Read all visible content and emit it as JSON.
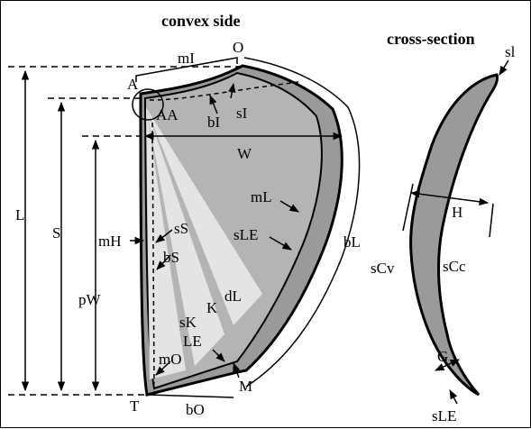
{
  "titles": {
    "left": "convex side",
    "right": "cross-section"
  },
  "labels": {
    "O": "O",
    "mI": "mI",
    "A": "A",
    "AA": "AA",
    "bI": "bI",
    "sI": "sI",
    "W": "W",
    "L": "L",
    "S": "S",
    "pW": "pW",
    "mL": "mL",
    "sLE": "sLE",
    "bL": "bL",
    "mH": "mH",
    "sS": "sS",
    "bS": "bS",
    "dL": "dL",
    "K": "K",
    "sK": "sK",
    "LE": "LE",
    "mO": "mO",
    "M": "M",
    "T": "T",
    "bO": "bO",
    "cs_sI": "sl",
    "cs_H": "H",
    "cs_sCv": "sCv",
    "cs_sCc": "sCc",
    "cs_G": "G",
    "cs_sLE": "sLE"
  },
  "colors": {
    "dark_fill": "#9a9a9a",
    "mid_fill": "#b4b4b4",
    "light_fill": "#e4e4e4",
    "stroke": "#000000"
  }
}
